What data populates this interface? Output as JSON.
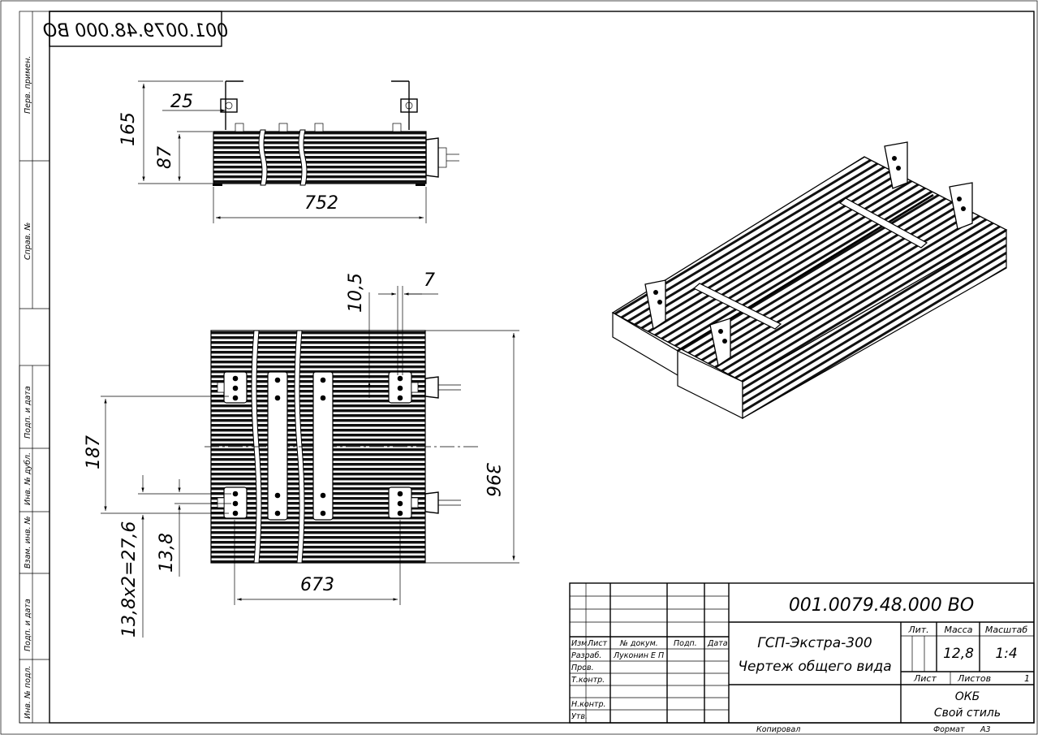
{
  "drawing": {
    "code": "001.0079.48.000 ВО",
    "code_mirrored": "001.0079.48.000 ВО",
    "title_line1": "ГСП-Экстра-300",
    "title_line2": "Чертеж общего вида",
    "mass": "12,8",
    "scale": "1:4",
    "sheet_label": "Лист",
    "sheets_label": "Листов",
    "sheets_count": "1",
    "org_line1": "ОКБ",
    "org_line2": "Свой стиль",
    "copied": "Копировал",
    "format_label": "Формат",
    "format": "А3"
  },
  "title_block": {
    "col_izm": "Изм.",
    "col_list": "Лист",
    "col_doc": "№ докум.",
    "col_sign": "Подп.",
    "col_date": "Дата",
    "col_lit": "Лит.",
    "col_mass": "Масса",
    "col_scale": "Масштаб",
    "role_developer": "Разраб.",
    "role_checker": "Пров.",
    "role_tech": "Т.контр.",
    "role_norm": "Н.контр.",
    "role_approved": "Утв.",
    "developer_name": "Луконин Е П"
  },
  "side_strip": {
    "perv_primen": "Перв. примен.",
    "sprav_no": "Справ. №",
    "podp_data_top": "Подп. и дата",
    "inv_dubl": "Инв. № дубл.",
    "vzam_inv": "Взам. инв. №",
    "podp_data_bottom": "Подп. и дата",
    "inv_podl": "Инв. № подл."
  },
  "dimensions": {
    "d25": "25",
    "d165": "165",
    "d87": "87",
    "d752": "752",
    "d10_5": "10,5",
    "d7": "7",
    "d187": "187",
    "d396": "396",
    "d13_8": "13,8",
    "d13_8x2": "13,8х2=27,6",
    "d673": "673"
  }
}
